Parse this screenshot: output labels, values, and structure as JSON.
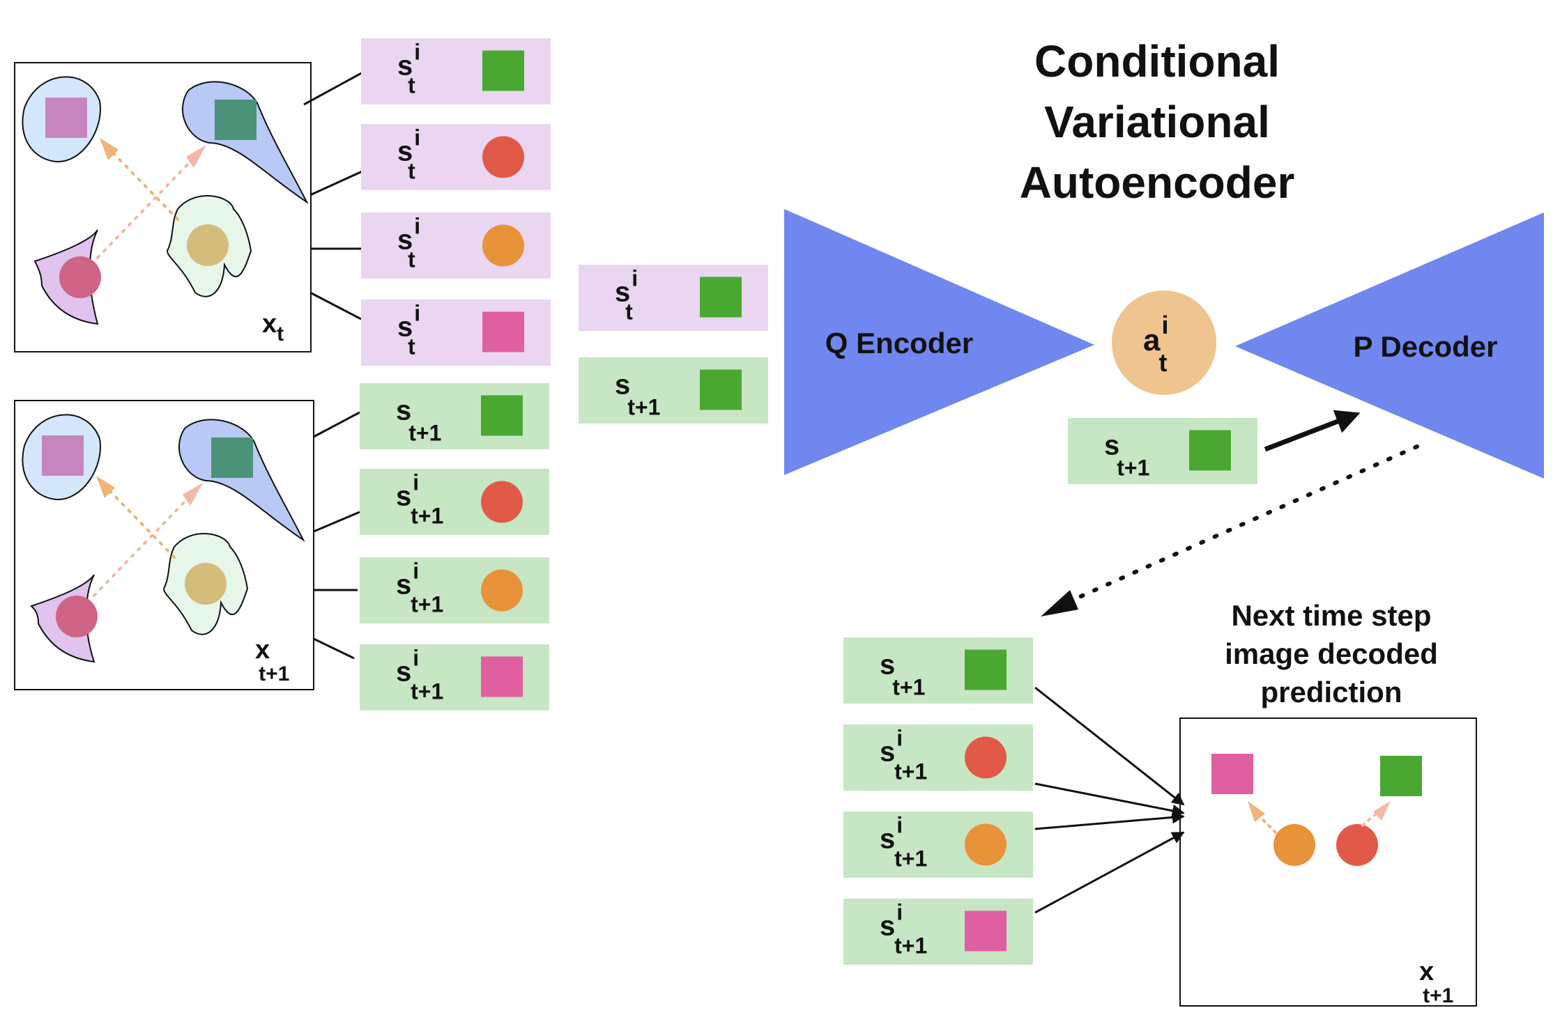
{
  "title": {
    "line1": "Conditional",
    "line2": "Variational",
    "line3": "Autoencoder"
  },
  "encoder_label": "Q Encoder",
  "decoder_label": "P Decoder",
  "latent": {
    "base": "a",
    "sup": "i",
    "sub": "t"
  },
  "frames": {
    "xt": {
      "base": "x",
      "sub": "t"
    },
    "xt1": {
      "base": "x",
      "sub": "t+1"
    },
    "pred": {
      "base": "x",
      "sub": "t+1"
    }
  },
  "prediction_caption": {
    "line1": "Next time step",
    "line2": "image decoded",
    "line3": "prediction"
  },
  "slots": {
    "state_t": [
      {
        "base": "s",
        "sup": "i",
        "sub": "t",
        "shape": "square",
        "color": "#4aa832"
      },
      {
        "base": "s",
        "sup": "i",
        "sub": "t",
        "shape": "circle",
        "color": "#e05a47"
      },
      {
        "base": "s",
        "sup": "i",
        "sub": "t",
        "shape": "circle",
        "color": "#e8923a"
      },
      {
        "base": "s",
        "sup": "i",
        "sub": "t",
        "shape": "square",
        "color": "#df5fa0"
      }
    ],
    "state_t1": [
      {
        "base": "s",
        "sup": "",
        "sub": "t+1",
        "shape": "square",
        "color": "#4aa832"
      },
      {
        "base": "s",
        "sup": "i",
        "sub": "t+1",
        "shape": "circle",
        "color": "#e05a47"
      },
      {
        "base": "s",
        "sup": "i",
        "sub": "t+1",
        "shape": "circle",
        "color": "#e8923a"
      },
      {
        "base": "s",
        "sup": "i",
        "sub": "t+1",
        "shape": "square",
        "color": "#df5fa0"
      }
    ],
    "encoder_inputs": [
      {
        "base": "s",
        "sup": "i",
        "sub": "t",
        "shape": "square",
        "color": "#4aa832"
      },
      {
        "base": "s",
        "sup": "",
        "sub": "t+1",
        "shape": "square",
        "color": "#4aa832"
      }
    ],
    "decoder_condition": {
      "base": "s",
      "sup": "",
      "sub": "t+1",
      "shape": "square",
      "color": "#4aa832"
    },
    "decoded": [
      {
        "base": "s",
        "sup": "",
        "sub": "t+1",
        "shape": "square",
        "color": "#4aa832"
      },
      {
        "base": "s",
        "sup": "i",
        "sub": "t+1",
        "shape": "circle",
        "color": "#e05a47"
      },
      {
        "base": "s",
        "sup": "i",
        "sub": "t+1",
        "shape": "circle",
        "color": "#e8923a"
      },
      {
        "base": "s",
        "sup": "i",
        "sub": "t+1",
        "shape": "square",
        "color": "#df5fa0"
      }
    ]
  },
  "colors": {
    "slot_purple": "#ead6f0",
    "slot_green": "#c7e6c3",
    "network_blue": "#6f87ef",
    "latent_circle": "#f0c48e",
    "green": "#4aa832",
    "red": "#e05a47",
    "orange": "#e8923a",
    "pink": "#df5fa0"
  }
}
